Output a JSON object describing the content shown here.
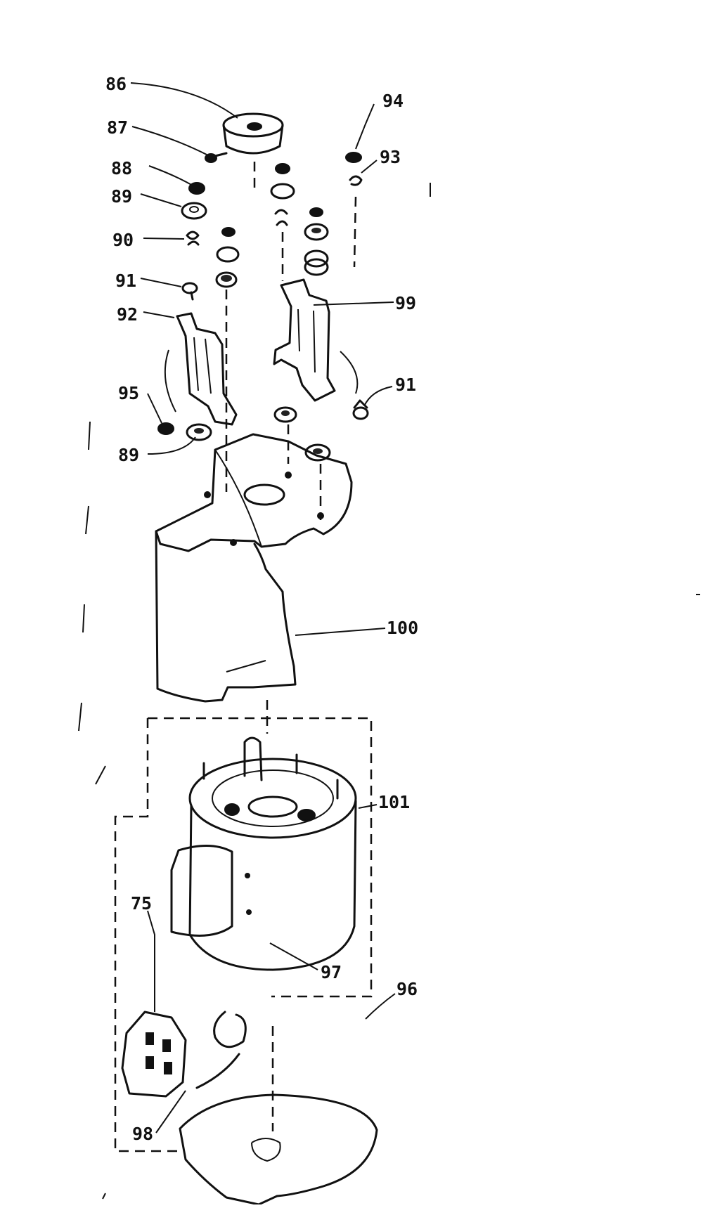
{
  "diagram": {
    "labels": {
      "l86": "86",
      "l87": "87",
      "l88": "88",
      "l89a": "89",
      "l90": "90",
      "l91a": "91",
      "l92": "92",
      "l95": "95",
      "l89b": "89",
      "l94": "94",
      "l93": "93",
      "l99": "99",
      "l91b": "91",
      "l100": "100",
      "l101": "101",
      "l75": "75",
      "l97": "97",
      "l96": "96",
      "l98": "98"
    }
  }
}
